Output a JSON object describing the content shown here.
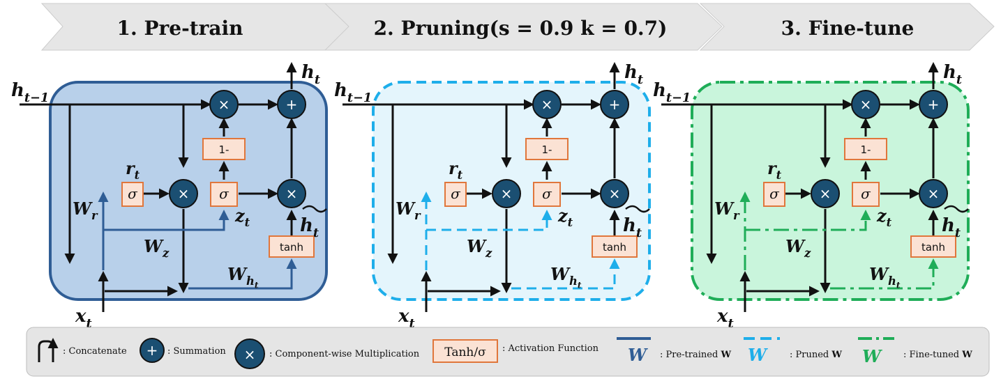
{
  "stages": [
    {
      "title": "1. Pre-train",
      "style": "solid",
      "color": "#2f5d95",
      "fill": "#b8d0ea"
    },
    {
      "title": "2. Pruning(s = 0.9 k = 0.7)",
      "style": "dashed",
      "color": "#1eaeea",
      "fill": "#e4f5fc"
    },
    {
      "title": "3. Fine-tune",
      "style": "dashdot",
      "color": "#1fad58",
      "fill": "#c9f5dc"
    }
  ],
  "cell": {
    "input_h": "h",
    "input_h_sub": "t−1",
    "output_h": "h",
    "output_h_sub": "t",
    "input_x": "x",
    "input_x_sub": "t",
    "reset_gate": "r",
    "reset_gate_sub": "t",
    "update_gate": "z",
    "update_gate_sub": "t",
    "candidate": "h",
    "candidate_sub": "t",
    "w_r": "W",
    "w_r_sub": "r",
    "w_z": "W",
    "w_z_sub": "z",
    "w_h": "W",
    "w_h_sub": "h",
    "w_h_sub2": "t",
    "sigma": "σ",
    "one_minus": "1-",
    "tanh": "tanh",
    "plus": "+",
    "times": "×"
  },
  "legend": {
    "concatenate": ": Concatenate",
    "summation": ": Summation",
    "multiplication": ": Component-wise Multiplication",
    "activation_box": "Tanh/σ",
    "activation": ": Activation Function",
    "w_symbol": "W",
    "pretrained": ": Pre-trained ",
    "pruned": ": Pruned ",
    "finetuned": ": Fine-tuned ",
    "w_bold": "W"
  },
  "colors": {
    "circle": "#1b4f72",
    "box_fill": "#fbe2d4",
    "box_stroke": "#e0763b",
    "arrow_band": "#e6e6e6",
    "legend_bg": "#e5e5e5",
    "pretrained": "#2f5d95",
    "pruned": "#1eaeea",
    "finetuned": "#1fad58"
  }
}
